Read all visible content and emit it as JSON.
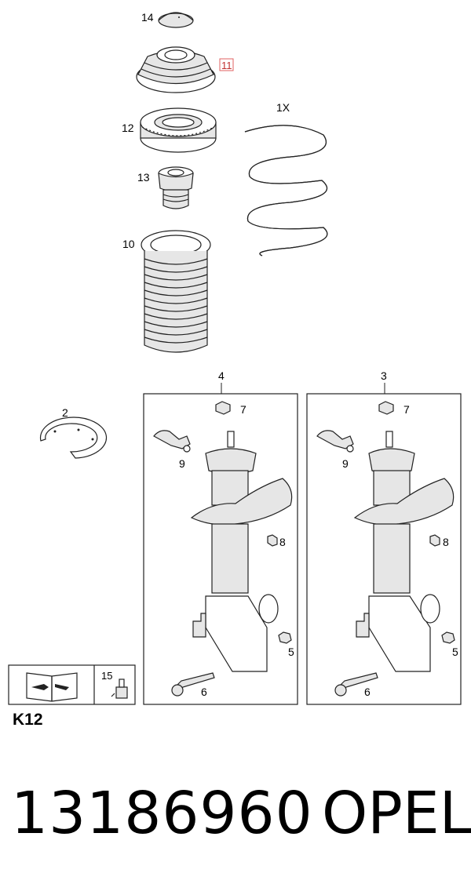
{
  "labels": {
    "p14": "14",
    "p11": "11",
    "p12": "12",
    "p13": "13",
    "p10": "10",
    "p1x": "1X",
    "p2": "2",
    "p4": "4",
    "p3": "3",
    "p7a": "7",
    "p9a": "9",
    "p8a": "8",
    "p5a": "5",
    "p6a": "6",
    "p7b": "7",
    "p9b": "9",
    "p8b": "8",
    "p5b": "5",
    "p6b": "6",
    "p15": "15"
  },
  "group_code": "K12",
  "part_number": "13186960",
  "brand": "OPEL",
  "colors": {
    "highlight_box": "#e06060",
    "line": "#222222"
  }
}
